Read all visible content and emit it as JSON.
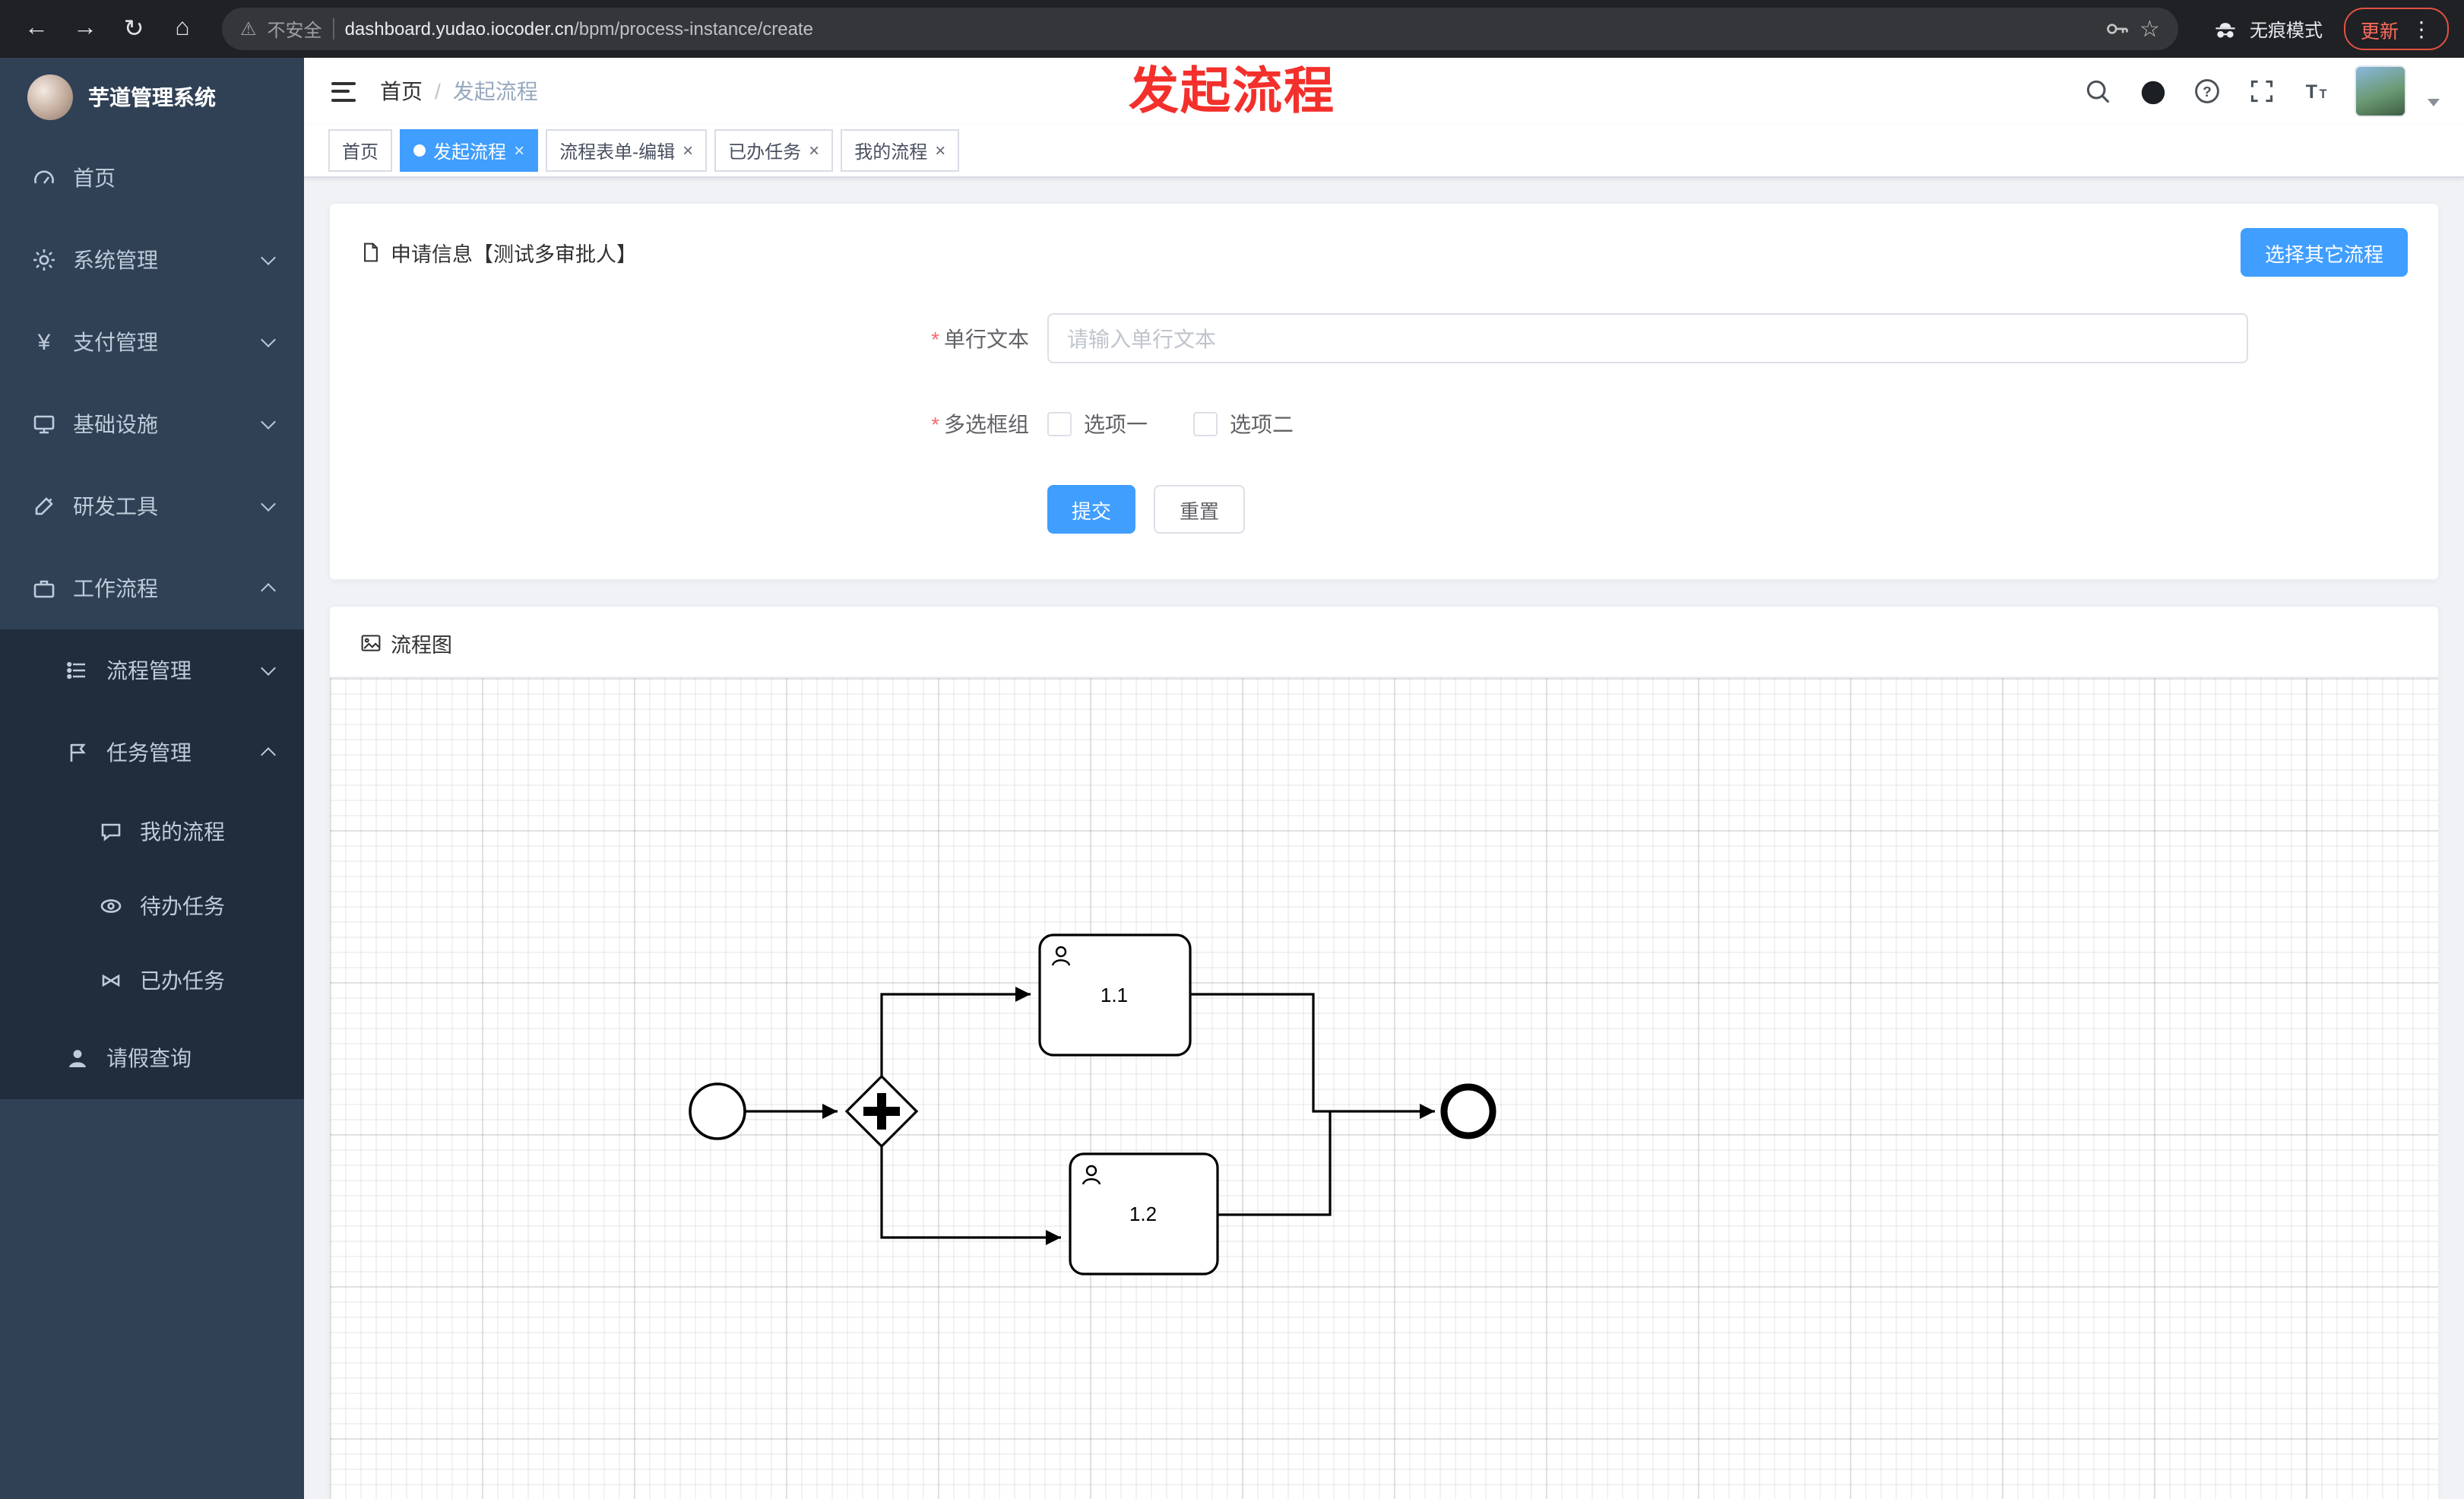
{
  "browser": {
    "security_label": "不安全",
    "url_domain": "dashboard.yudao.iocoder.cn",
    "url_path": "/bpm/process-instance/create",
    "incognito_label": "无痕模式",
    "update_label": "更新"
  },
  "sidebar": {
    "logo_title": "芋道管理系统",
    "items": [
      {
        "label": "首页"
      },
      {
        "label": "系统管理"
      },
      {
        "label": "支付管理"
      },
      {
        "label": "基础设施"
      },
      {
        "label": "研发工具"
      },
      {
        "label": "工作流程"
      },
      {
        "label": "流程管理"
      },
      {
        "label": "任务管理"
      },
      {
        "label": "我的流程"
      },
      {
        "label": "待办任务"
      },
      {
        "label": "已办任务"
      },
      {
        "label": "请假查询"
      }
    ]
  },
  "header": {
    "breadcrumb_home": "首页",
    "breadcrumb_sep": "/",
    "breadcrumb_current": "发起流程",
    "overlay_title": "发起流程"
  },
  "tabs": [
    {
      "label": "首页"
    },
    {
      "label": "发起流程"
    },
    {
      "label": "流程表单-编辑"
    },
    {
      "label": "已办任务"
    },
    {
      "label": "我的流程"
    }
  ],
  "form_card": {
    "title": "申请信息【测试多审批人】",
    "choose_other_button": "选择其它流程",
    "field_text_label": "单行文本",
    "field_text_placeholder": "请输入单行文本",
    "field_checkbox_label": "多选框组",
    "checkbox_option1": "选项一",
    "checkbox_option2": "选项二",
    "submit_button": "提交",
    "reset_button": "重置"
  },
  "diagram_card": {
    "title": "流程图",
    "task1_label": "1.1",
    "task2_label": "1.2"
  },
  "colors": {
    "accent": "#409eff",
    "sidebar_bg": "#304156",
    "submenu_bg": "#1f2d3d",
    "update_red": "#ff6c5c"
  }
}
